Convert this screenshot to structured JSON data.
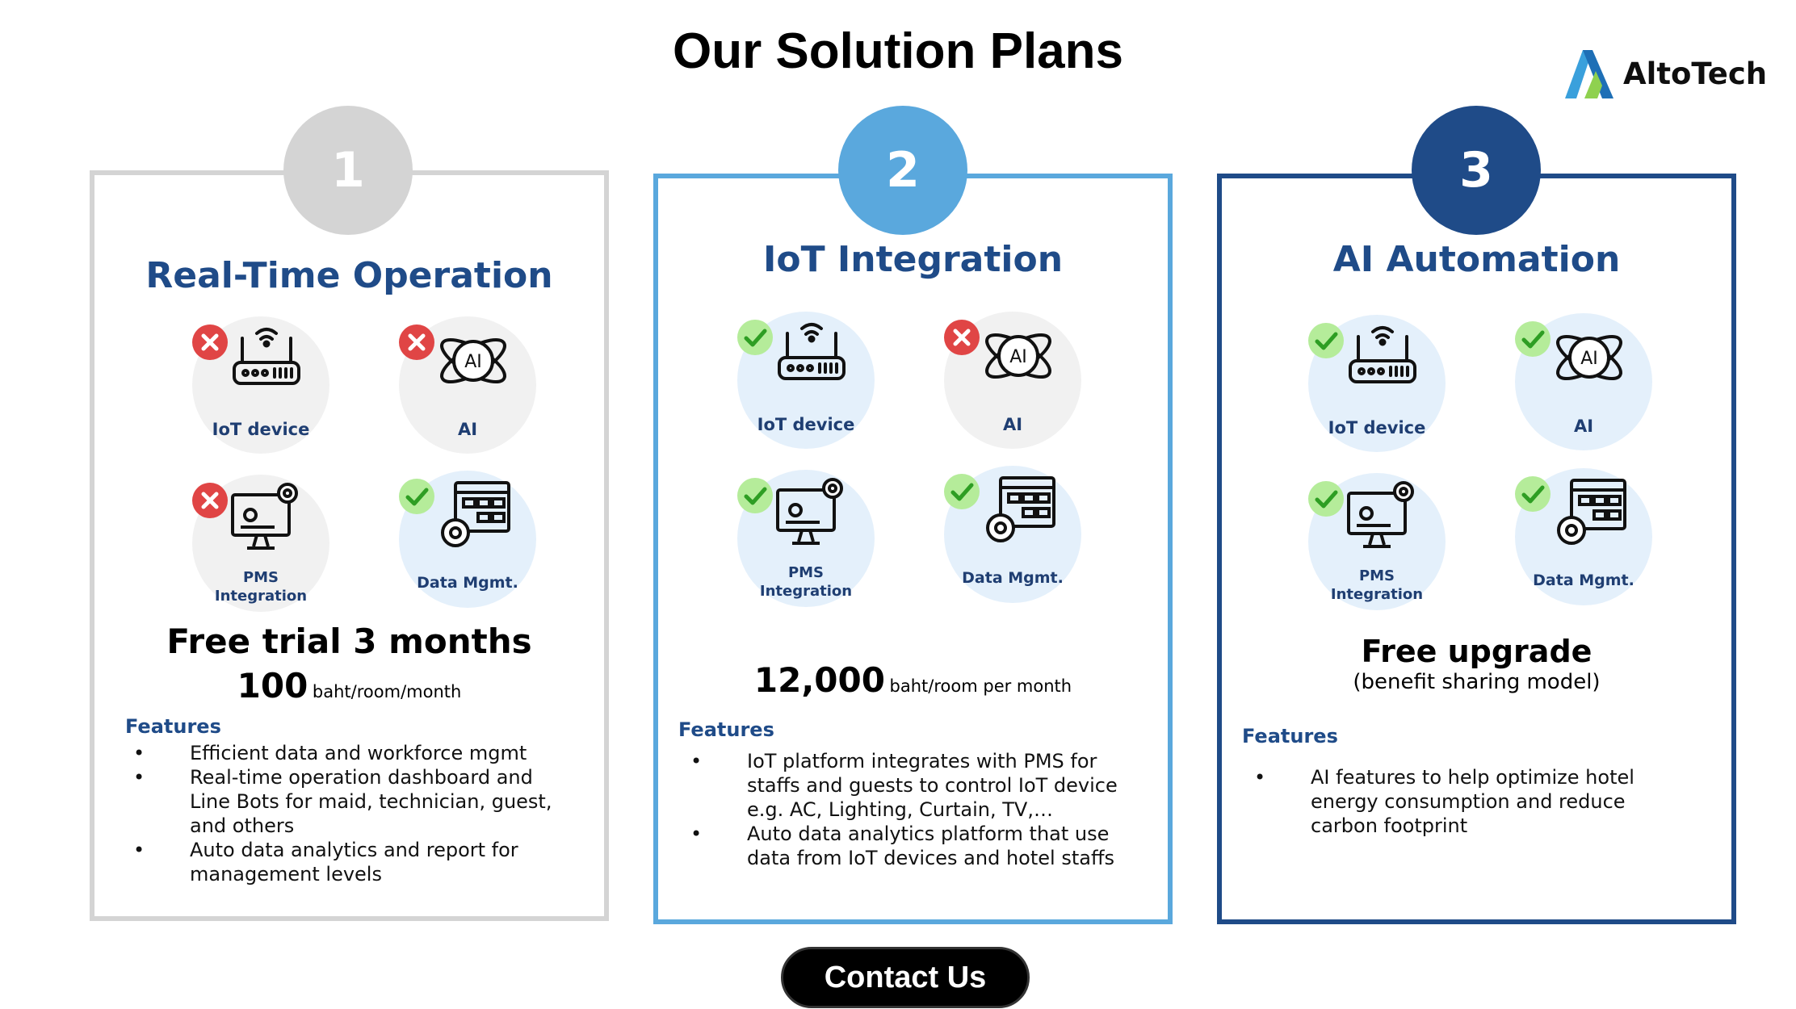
{
  "title": "Our Solution Plans",
  "logo": {
    "text": "AltoTech"
  },
  "plans": [
    {
      "number": "1",
      "title": "Real-Time Operation",
      "tiles": [
        {
          "label": "IoT device",
          "status": "not-included"
        },
        {
          "label": "AI",
          "status": "not-included"
        },
        {
          "label_line1": "PMS",
          "label_line2": "Integration",
          "status": "not-included"
        },
        {
          "label": "Data Mgmt.",
          "status": "included"
        }
      ],
      "headline": "Free trial 3 months",
      "price": "100",
      "price_unit": "baht/room/month",
      "features_heading": "Features",
      "features": [
        {
          "lines": [
            "Efficient data and workforce mgmt"
          ]
        },
        {
          "lines": [
            "Real-time operation dashboard and",
            "Line Bots for maid, technician, guest,",
            "and others"
          ]
        },
        {
          "lines": [
            "Auto data analytics and report for",
            "management levels"
          ]
        }
      ],
      "colors": {
        "circle": "#d4d4d4",
        "border": "#d4d4d4"
      }
    },
    {
      "number": "2",
      "title": "IoT Integration",
      "tiles": [
        {
          "label": "IoT device",
          "status": "included"
        },
        {
          "label": "AI",
          "status": "not-included"
        },
        {
          "label_line1": "PMS",
          "label_line2": "Integration",
          "status": "included"
        },
        {
          "label": "Data Mgmt.",
          "status": "included"
        }
      ],
      "price": "12,000",
      "price_unit": "baht/room per month",
      "features_heading": "Features",
      "features": [
        {
          "lines": [
            "IoT platform integrates with PMS for",
            "staffs and guests to control IoT device",
            "e.g. AC, Lighting, Curtain, TV,…"
          ]
        },
        {
          "lines": [
            "Auto data analytics platform that use",
            "data from IoT devices and hotel staffs"
          ]
        }
      ],
      "colors": {
        "circle": "#5aa8dd",
        "border": "#5aa8dd"
      }
    },
    {
      "number": "3",
      "title": "AI Automation",
      "tiles": [
        {
          "label": "IoT device",
          "status": "included"
        },
        {
          "label": "AI",
          "status": "included"
        },
        {
          "label_line1": "PMS",
          "label_line2": "Integration",
          "status": "included"
        },
        {
          "label": "Data Mgmt.",
          "status": "included"
        }
      ],
      "headline": "Free upgrade",
      "subheadline": "(benefit sharing model)",
      "features_heading": "Features",
      "features": [
        {
          "lines": [
            "AI features to help optimize hotel",
            "energy consumption and reduce",
            "carbon footprint"
          ]
        }
      ],
      "colors": {
        "circle": "#1f4b88",
        "border": "#1f4b88"
      }
    }
  ],
  "contact_button": "Contact Us",
  "colors": {
    "tile_bg": "#e4f0fb",
    "tile_bg_muted": "#f1f1f1",
    "check_green": "#58c437",
    "check_bg": "#b5ec9a",
    "cross_red": "#e04545",
    "heading_blue": "#1f4b88"
  }
}
